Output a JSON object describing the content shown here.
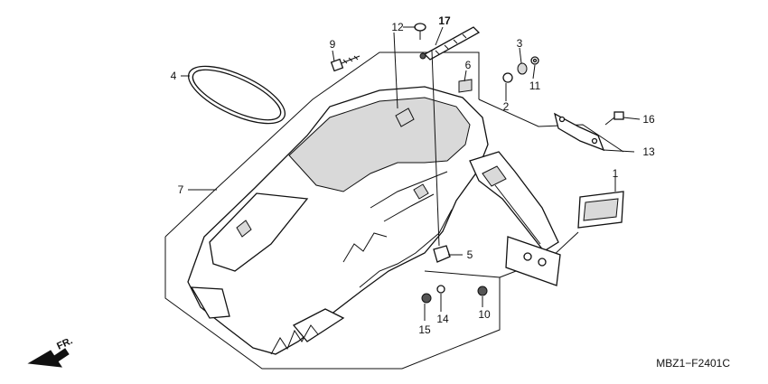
{
  "diagram": {
    "callouts": [
      {
        "id": "c1",
        "label": "1"
      },
      {
        "id": "c2",
        "label": "2"
      },
      {
        "id": "c3",
        "label": "3"
      },
      {
        "id": "c4",
        "label": "4"
      },
      {
        "id": "c5",
        "label": "5"
      },
      {
        "id": "c6",
        "label": "6"
      },
      {
        "id": "c7",
        "label": "7"
      },
      {
        "id": "c9",
        "label": "9"
      },
      {
        "id": "c10",
        "label": "10"
      },
      {
        "id": "c11",
        "label": "11"
      },
      {
        "id": "c12",
        "label": "12"
      },
      {
        "id": "c13",
        "label": "13"
      },
      {
        "id": "c14",
        "label": "14"
      },
      {
        "id": "c15",
        "label": "15"
      },
      {
        "id": "c16",
        "label": "16"
      },
      {
        "id": "c17",
        "label": "17"
      }
    ],
    "direction_label": "FR.",
    "diagram_code": "MBZ1−F2401C"
  }
}
